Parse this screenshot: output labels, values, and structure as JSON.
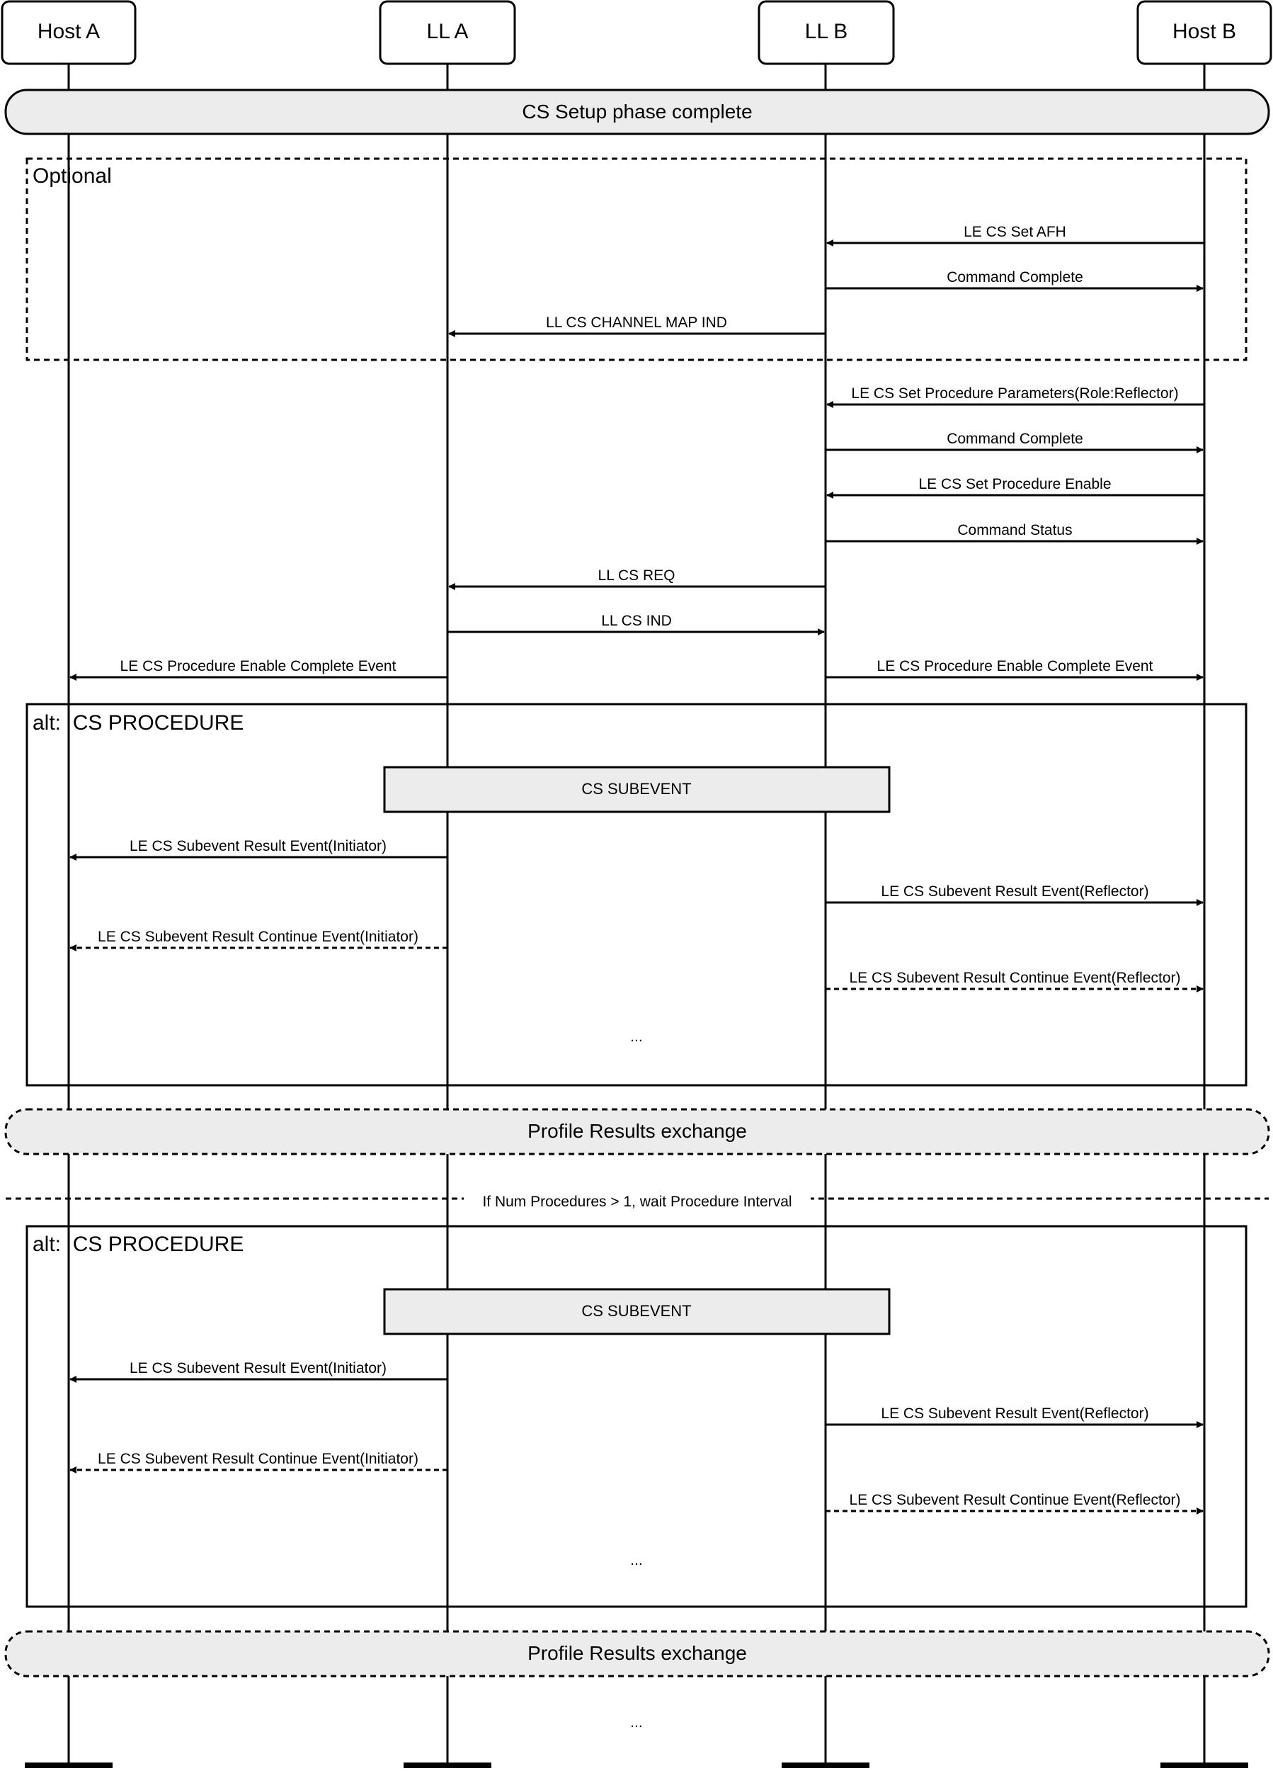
{
  "participants": [
    "Host A",
    "LL A",
    "LL B",
    "Host B"
  ],
  "banners": {
    "setup": "CS Setup phase complete",
    "profile1": "Profile Results exchange",
    "profile2": "Profile Results exchange"
  },
  "frames": {
    "optional": "Optional",
    "alt1": "alt:  CS PROCEDURE",
    "alt2": "alt:  CS PROCEDURE"
  },
  "boxes": {
    "subevent1": "CS SUBEVENT",
    "subevent2": "CS SUBEVENT"
  },
  "divider": "If Num Procedures > 1, wait Procedure Interval",
  "ellipsis": [
    "...",
    "...",
    "..."
  ],
  "messages": [
    {
      "from": 3,
      "to": 2,
      "label": "LE CS Set AFH",
      "style": "solid"
    },
    {
      "from": 2,
      "to": 3,
      "label": "Command Complete",
      "style": "solid"
    },
    {
      "from": 2,
      "to": 1,
      "label": "LL CS CHANNEL MAP IND",
      "style": "solid"
    },
    {
      "from": 3,
      "to": 2,
      "label": "LE CS Set Procedure Parameters(Role:Reflector)",
      "style": "solid"
    },
    {
      "from": 2,
      "to": 3,
      "label": "Command Complete",
      "style": "solid"
    },
    {
      "from": 3,
      "to": 2,
      "label": "LE CS Set Procedure Enable",
      "style": "solid"
    },
    {
      "from": 2,
      "to": 3,
      "label": "Command Status",
      "style": "solid"
    },
    {
      "from": 2,
      "to": 1,
      "label": "LL CS REQ",
      "style": "solid"
    },
    {
      "from": 1,
      "to": 2,
      "label": "LL CS IND",
      "style": "solid"
    },
    {
      "from": 1,
      "to": 0,
      "label": "LE CS Procedure Enable Complete Event",
      "style": "solid"
    },
    {
      "from": 2,
      "to": 3,
      "label": "LE CS Procedure Enable Complete Event",
      "style": "solid"
    },
    {
      "from": 1,
      "to": 0,
      "label": "LE CS Subevent Result Event(Initiator)",
      "style": "solid"
    },
    {
      "from": 2,
      "to": 3,
      "label": "LE CS Subevent Result Event(Reflector)",
      "style": "solid"
    },
    {
      "from": 1,
      "to": 0,
      "label": "LE CS Subevent Result Continue Event(Initiator)",
      "style": "dashed"
    },
    {
      "from": 2,
      "to": 3,
      "label": "LE CS Subevent Result Continue Event(Reflector)",
      "style": "dashed"
    },
    {
      "from": 1,
      "to": 0,
      "label": "LE CS Subevent Result Event(Initiator)",
      "style": "solid"
    },
    {
      "from": 2,
      "to": 3,
      "label": "LE CS Subevent Result Event(Reflector)",
      "style": "solid"
    },
    {
      "from": 1,
      "to": 0,
      "label": "LE CS Subevent Result Continue Event(Initiator)",
      "style": "dashed"
    },
    {
      "from": 2,
      "to": 3,
      "label": "LE CS Subevent Result Continue Event(Reflector)",
      "style": "dashed"
    }
  ]
}
